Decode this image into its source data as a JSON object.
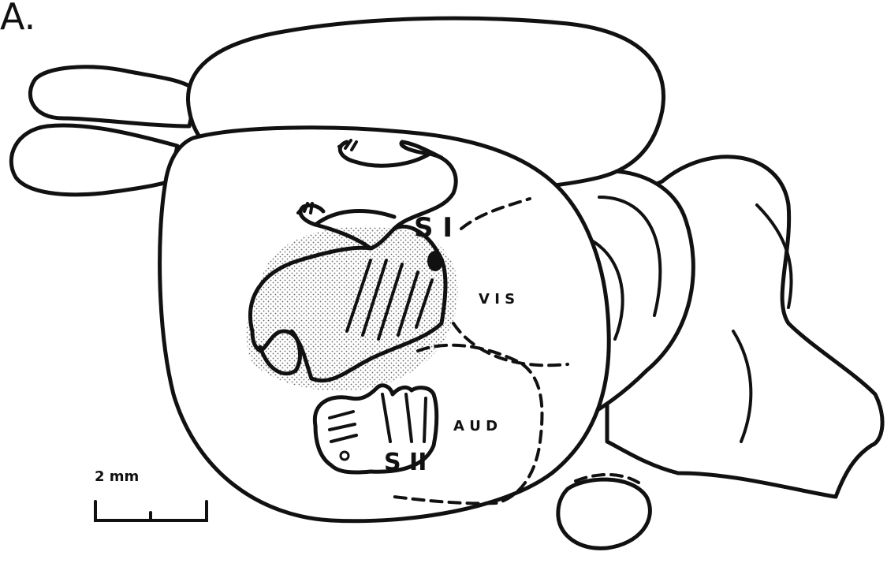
{
  "figure": {
    "panel_label": "A.",
    "regions": {
      "primary_somatosensory": "S I",
      "secondary_somatosensory": "S II",
      "visual": "V I S",
      "auditory": "A U D"
    },
    "scale_bar": {
      "label": "2 mm"
    }
  },
  "colors": {
    "ink": "#111111",
    "background": "#ffffff"
  }
}
